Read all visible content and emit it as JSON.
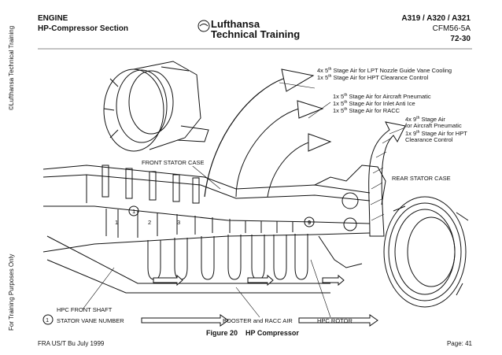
{
  "header": {
    "section": "ENGINE",
    "title": "HP-Compressor Section",
    "aircraft": "A319 / A320 / A321",
    "engine": "CFM56-5A",
    "ata": "72-30",
    "logo_line1": "Lufthansa",
    "logo_line2": "Technical Training"
  },
  "side_text": {
    "copyright": "©Lufthansa Technical Training",
    "purpose": "For Training Purposes Only"
  },
  "callouts": {
    "lpt": "4x 5th Stage Air for LPT Nozzle Guide Vane Cooling",
    "hpt_clear": "1x 5th Stage Air for  HPT Clearance Control",
    "pneu5": "1x 5th Stage Air for Aircraft Pneumatic",
    "antiice": "1x 5th Stage Air for Inlet Anti Ice",
    "racc": "1x 5th Stage Air for RACC",
    "s9a": "4x 9th Stage Air",
    "s9b": "for Aircraft Pneumatic",
    "s9c": "1x 9th Stage Air for HPT",
    "s9d": "Clearance Control"
  },
  "labels": {
    "front_stator": "FRONT STATOR CASE",
    "rear_stator": "REAR STATOR CASE",
    "front_shaft": "HPC FRONT SHAFT",
    "stator_num": "STATOR VANE NUMBER",
    "booster": "BOOSTER and RACC AIR",
    "rotor": "HPC ROTOR",
    "stage1": "1",
    "stage2": "2",
    "stage3": "3",
    "circle1": "1",
    "circle9": "9",
    "legend_circle": "1"
  },
  "figure": {
    "number": "Figure 20",
    "caption": "HP Compressor"
  },
  "footer": {
    "left": "FRA US/T Bu   July 1999",
    "right": "Page: 41"
  }
}
